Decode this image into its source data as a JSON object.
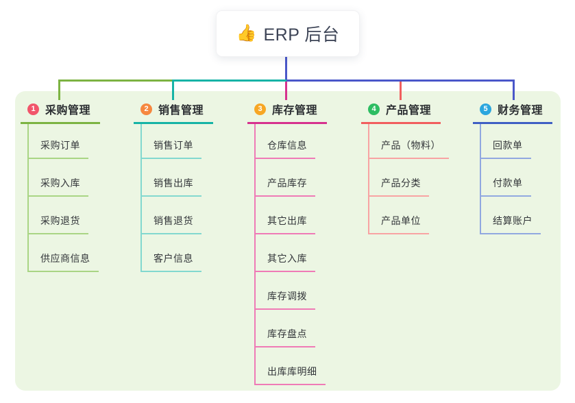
{
  "root": {
    "icon": "👍",
    "label": "ERP 后台"
  },
  "connector_color": "#4a57c9",
  "panel_bg": "#ecf6e3",
  "branches": [
    {
      "num": "1",
      "title": "采购管理",
      "badge_color": "#f1556a",
      "line_color": "#7cb342",
      "light_color": "#a9d584",
      "children": [
        "采购订单",
        "采购入库",
        "采购退货",
        "供应商信息"
      ]
    },
    {
      "num": "2",
      "title": "销售管理",
      "badge_color": "#f6873f",
      "line_color": "#16b3a6",
      "light_color": "#82d8cf",
      "children": [
        "销售订单",
        "销售出库",
        "销售退货",
        "客户信息"
      ]
    },
    {
      "num": "3",
      "title": "库存管理",
      "badge_color": "#f7a624",
      "line_color": "#d6318e",
      "light_color": "#ef7ab6",
      "children": [
        "仓库信息",
        "产品库存",
        "其它出库",
        "其它入库",
        "库存调拨",
        "库存盘点",
        "出库库明细"
      ]
    },
    {
      "num": "4",
      "title": "产品管理",
      "badge_color": "#2dbd62",
      "line_color": "#f15e5e",
      "light_color": "#f8a3a3",
      "children": [
        "产品（物料）",
        "产品分类",
        "产品单位"
      ]
    },
    {
      "num": "5",
      "title": "财务管理",
      "badge_color": "#2ba6de",
      "line_color": "#3f5fc4",
      "light_color": "#91a8e0",
      "children": [
        "回款单",
        "付款单",
        "结算账户"
      ]
    }
  ]
}
